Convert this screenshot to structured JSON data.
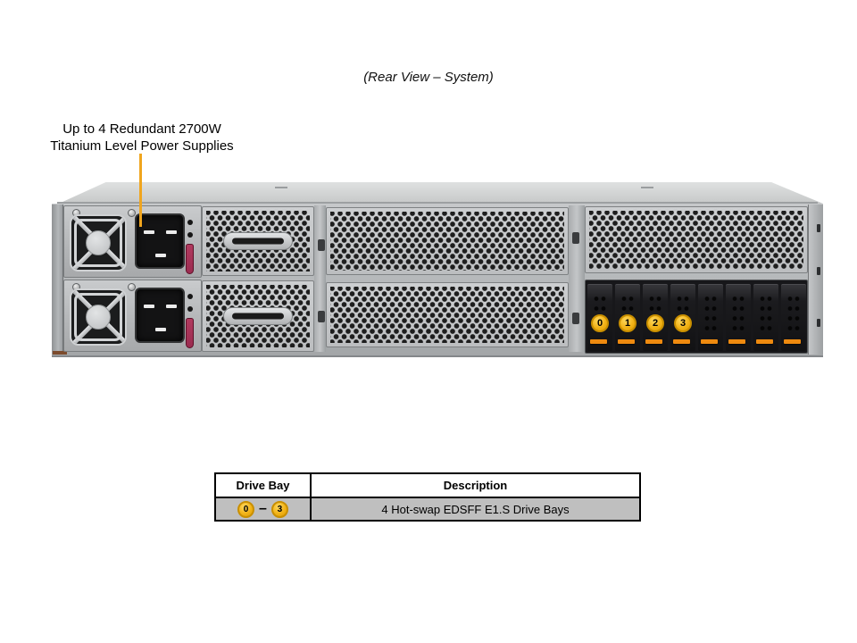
{
  "figure": {
    "title": "(Rear View – System)",
    "callout": {
      "line1": "Up to 4 Redundant 2700W",
      "line2": "Titanium Level Power Supplies"
    }
  },
  "chassis": {
    "drive_bays": {
      "badges": [
        "0",
        "1",
        "2",
        "3"
      ]
    }
  },
  "table": {
    "col1_header": "Drive Bay",
    "col2_header": "Description",
    "row": {
      "bay_start": "0",
      "dash": "–",
      "bay_end": "3",
      "description": "4 Hot-swap EDSFF E1.S Drive Bays"
    }
  },
  "colors": {
    "callout_line": "#F0A51E",
    "badge_fill": "#F2B318",
    "badge_border": "#C98F00",
    "latch_orange": "#EE8A0F",
    "psu_tab": "#9B2C50",
    "table_row_bg": "#BFBFBF"
  }
}
